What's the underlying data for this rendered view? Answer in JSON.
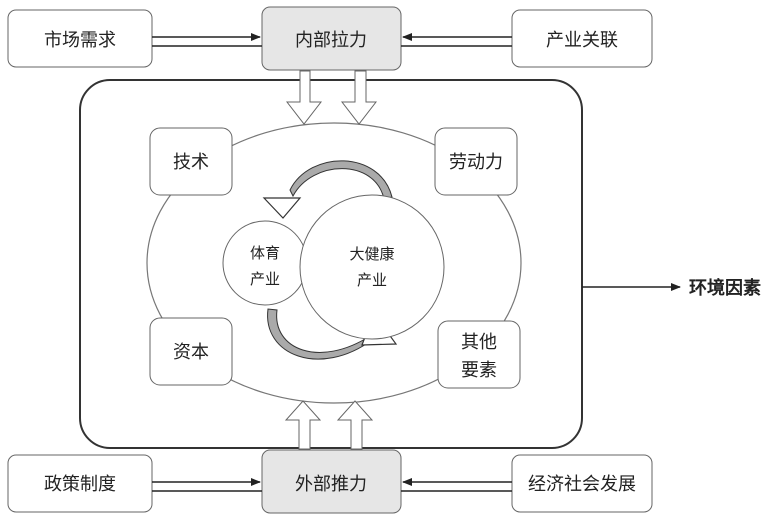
{
  "top_row": {
    "market_demand": "市场需求",
    "internal_pull": "内部拉力",
    "industry_linkage": "产业关联"
  },
  "bottom_row": {
    "policy_system": "政策制度",
    "external_push": "外部推力",
    "socioeconomic_development": "经济社会发展"
  },
  "factors": {
    "technology": "技术",
    "labor": "劳动力",
    "capital": "资本",
    "other_line1": "其他",
    "other_line2": "要素"
  },
  "core": {
    "sports_line1": "体育",
    "sports_line2": "产业",
    "health_line1": "大健康",
    "health_line2": "产业"
  },
  "environment_label": "环境因素",
  "colors": {
    "highlight_box_fill": "#e6e6e6",
    "arrow_shade": "#aaaaaa",
    "stroke": "#555555"
  }
}
